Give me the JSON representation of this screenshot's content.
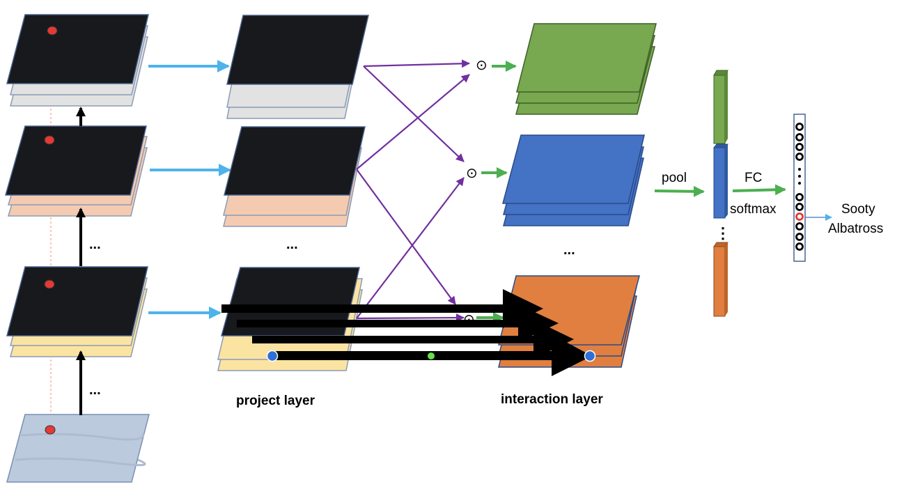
{
  "labels": {
    "project_layer": "project layer",
    "interaction_layer": "interaction layer",
    "pool": "pool",
    "fc": "FC",
    "softmax": "softmax",
    "result_line1": "Sooty",
    "result_line2": "Albatross",
    "ellipsis": "...",
    "vertical_ellipsis": "⋮",
    "product_symbol": "⊙"
  },
  "colors": {
    "feature_map": "#18191d",
    "feature_map_grey": "#e2e2e2",
    "feature_map_peach": "#f4cbb0",
    "feature_map_yellow": "#fbe3a2",
    "input_image": "#bccade",
    "green_map": "#78a84f",
    "blue_map": "#4472c4",
    "orange_map": "#e07f3f",
    "blue_arrow": "#4eb3ea",
    "purple_arrow": "#7030a0",
    "green_arrow": "#4caf50",
    "red_dot": "#e53935",
    "blue_dot": "#2f6fd6",
    "light_green_dot": "#66e04a",
    "black_arrow": "#000000",
    "output_circle_highlight": "#e53935"
  },
  "icons": {
    "product": "hadamard-product-icon",
    "location": "location-dot-icon"
  }
}
